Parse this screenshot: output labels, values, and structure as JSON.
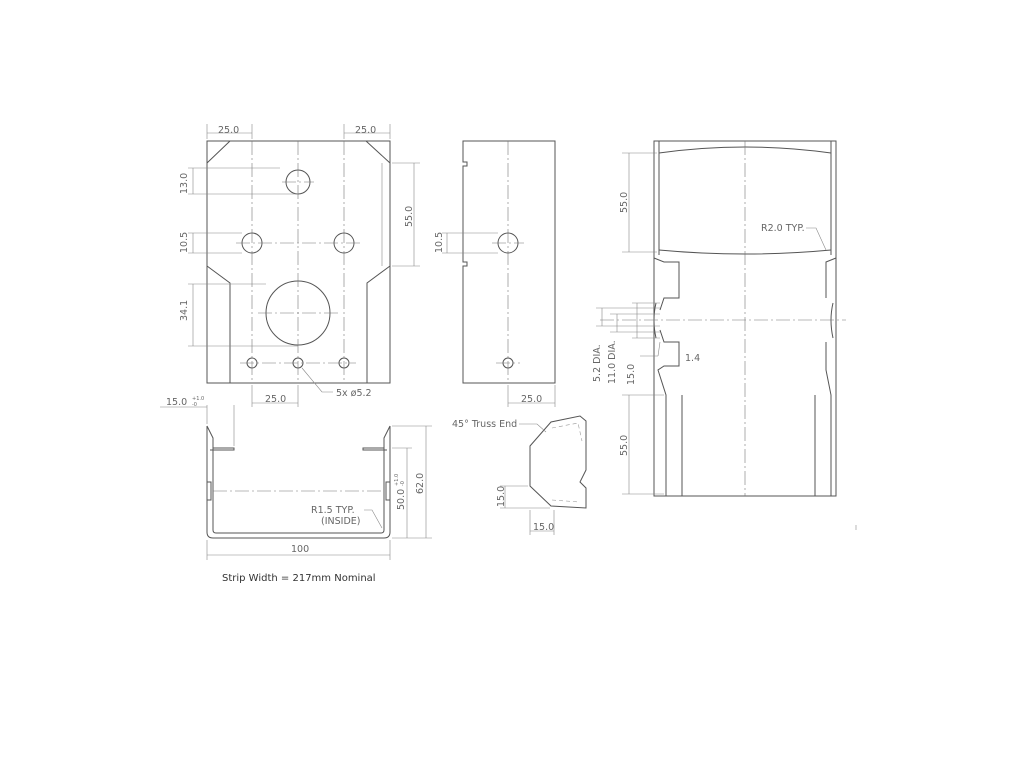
{
  "drawing": {
    "front_view": {
      "dims": {
        "top_left": "25.0",
        "top_right": "25.0",
        "hole_upper": "13.0",
        "hole_mid": "10.5",
        "large_hole": "34.1",
        "right_height": "55.0",
        "bottom_spacing": "25.0",
        "hole_callout": "5x ø5.2"
      }
    },
    "side_view": {
      "dims": {
        "hole": "10.5",
        "bottom": "25.0"
      }
    },
    "section_view": {
      "dims": {
        "flange": "15.0",
        "flange_tol_plus": "+1.0",
        "flange_tol_minus": "-0",
        "inner_height": "50.0",
        "inner_tol_plus": "+1.0",
        "inner_tol_minus": "-0",
        "outer_height": "62.0",
        "width": "100",
        "radius_note_1": "R1.5 TYP.",
        "radius_note_2": "(INSIDE)"
      }
    },
    "truss_end": {
      "label": "45° Truss End",
      "dims": {
        "vertical": "15.0",
        "horizontal": "15.0"
      }
    },
    "long_view": {
      "dims": {
        "top_height": "55.0",
        "radius": "R2.0 TYP.",
        "hole_dia_small": "5.2 DIA.",
        "hole_dia_large": "11.0 DIA.",
        "slot": "15.0",
        "gap": "1.4",
        "bottom_height": "55.0"
      }
    },
    "note": "Strip Width = 217mm Nominal"
  }
}
